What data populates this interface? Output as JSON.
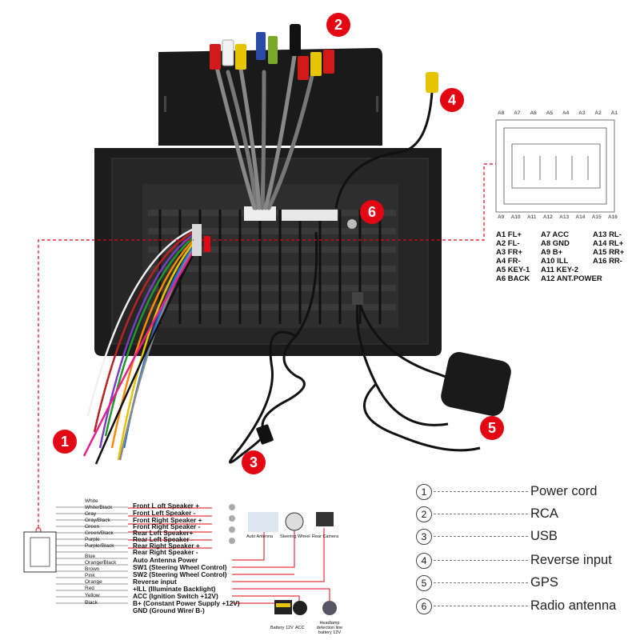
{
  "badges": [
    {
      "id": "1",
      "label": "1"
    },
    {
      "id": "2",
      "label": "2"
    },
    {
      "id": "3",
      "label": "3"
    },
    {
      "id": "4",
      "label": "4"
    },
    {
      "id": "5",
      "label": "5"
    },
    {
      "id": "6",
      "label": "6"
    }
  ],
  "connector_pins": {
    "top_labels": [
      "A8",
      "A7",
      "A6",
      "A5",
      "A4",
      "A3",
      "A2",
      "A1"
    ],
    "bottom_labels": [
      "A9",
      "A10",
      "A11",
      "A12",
      "A13",
      "A14",
      "A15",
      "A16"
    ],
    "columns": [
      [
        "A1 FL+",
        "A2 FL-",
        "A3 FR+",
        "A4 FR-",
        "A5 KEY-1",
        "A6 BACK"
      ],
      [
        "A7 ACC",
        "A8 GND",
        "A9 B+",
        "A10 ILL",
        "A11 KEY-2",
        "A12 ANT.POWER"
      ],
      [
        "A13 RL-",
        "A14 RL+",
        "A15 RR+",
        "A16 RR-"
      ]
    ]
  },
  "legend": [
    {
      "num": "1",
      "label": "Power cord"
    },
    {
      "num": "2",
      "label": "RCA"
    },
    {
      "num": "3",
      "label": "USB"
    },
    {
      "num": "4",
      "label": "Reverse input"
    },
    {
      "num": "5",
      "label": "GPS"
    },
    {
      "num": "6",
      "label": "Radio antenna"
    }
  ],
  "wiring": {
    "wire_colors": [
      "White",
      "White/Black",
      "Gray",
      "Gray/Black",
      "Green",
      "Green/Black",
      "Purple",
      "Purple/Black",
      "Blue",
      "Orange/Black",
      "Brown",
      "Pink",
      "Orange",
      "Red",
      "Yellow",
      "Black"
    ],
    "functions": [
      "Front L oft Speaker +",
      "Front Left Speaker -",
      "Front Right Speaker +",
      "Front Right Speaker -",
      "Rear Left Speaker+",
      "Rear Left Speaker -",
      "Rear Right Speaker +",
      "Rear Right Speaker -",
      "Auto Antenna Power",
      "SW1 (Steering Wheel Control)",
      "SW2 (Steering Wheel Control)",
      "Reverse input",
      "+ILL (Illuminate Backlight)",
      "ACC (Ignition Switch +12V)",
      "B+ (Constant Power Supply +12V)",
      "GND (Ground Wire/ B-)"
    ],
    "devices": [
      "Auto Antenna",
      "Steering Wheel",
      "Rear Camera"
    ],
    "bottom_devices": [
      "Battery 12V",
      "ACC",
      "Headlamp detection line battery 12V"
    ]
  },
  "colors": {
    "accent": "#e30613",
    "radio_body": "#1b1b1b"
  }
}
